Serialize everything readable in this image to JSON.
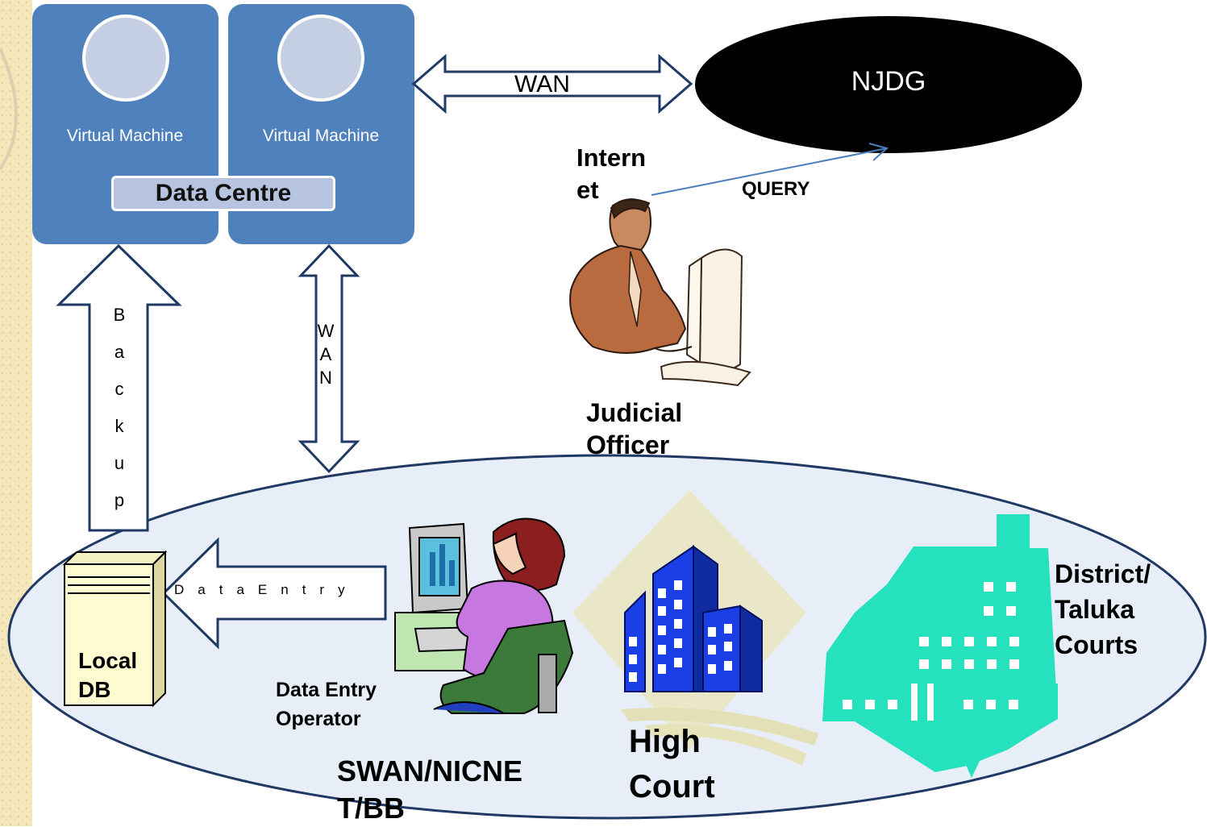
{
  "data_centre": {
    "vm1_label": "Virtual Machine",
    "vm2_label": "Virtual Machine",
    "label": "Data Centre",
    "fill_color": "#4f81bd"
  },
  "njdg": {
    "label": "NJDG",
    "fill_color": "#000000"
  },
  "connections": {
    "wan_horizontal": "WAN",
    "wan_vertical": [
      "W",
      "A",
      "N"
    ],
    "backup": [
      "B",
      "a",
      "c",
      "k",
      "u",
      "p"
    ],
    "data_entry": "DataEntry",
    "query": "QUERY",
    "internet": [
      "Intern",
      "et"
    ]
  },
  "actors": {
    "judicial_officer": [
      "Judicial",
      "Officer"
    ],
    "data_entry_operator": [
      "Data Entry",
      "Operator"
    ]
  },
  "nodes": {
    "local_db": [
      "Local",
      "DB"
    ],
    "high_court": [
      "High",
      "Court"
    ],
    "district_courts": [
      "District/",
      "Taluka",
      "Courts"
    ]
  },
  "network": {
    "label": [
      "SWAN/NICNE",
      "T/BB"
    ],
    "fill_color": "#e8eef7"
  },
  "colors": {
    "building_teal": "#26e1be",
    "building_blue": "#1a3fe6",
    "diamond_tan": "#e9e7c7",
    "background_edge": "#f1e5b5"
  }
}
